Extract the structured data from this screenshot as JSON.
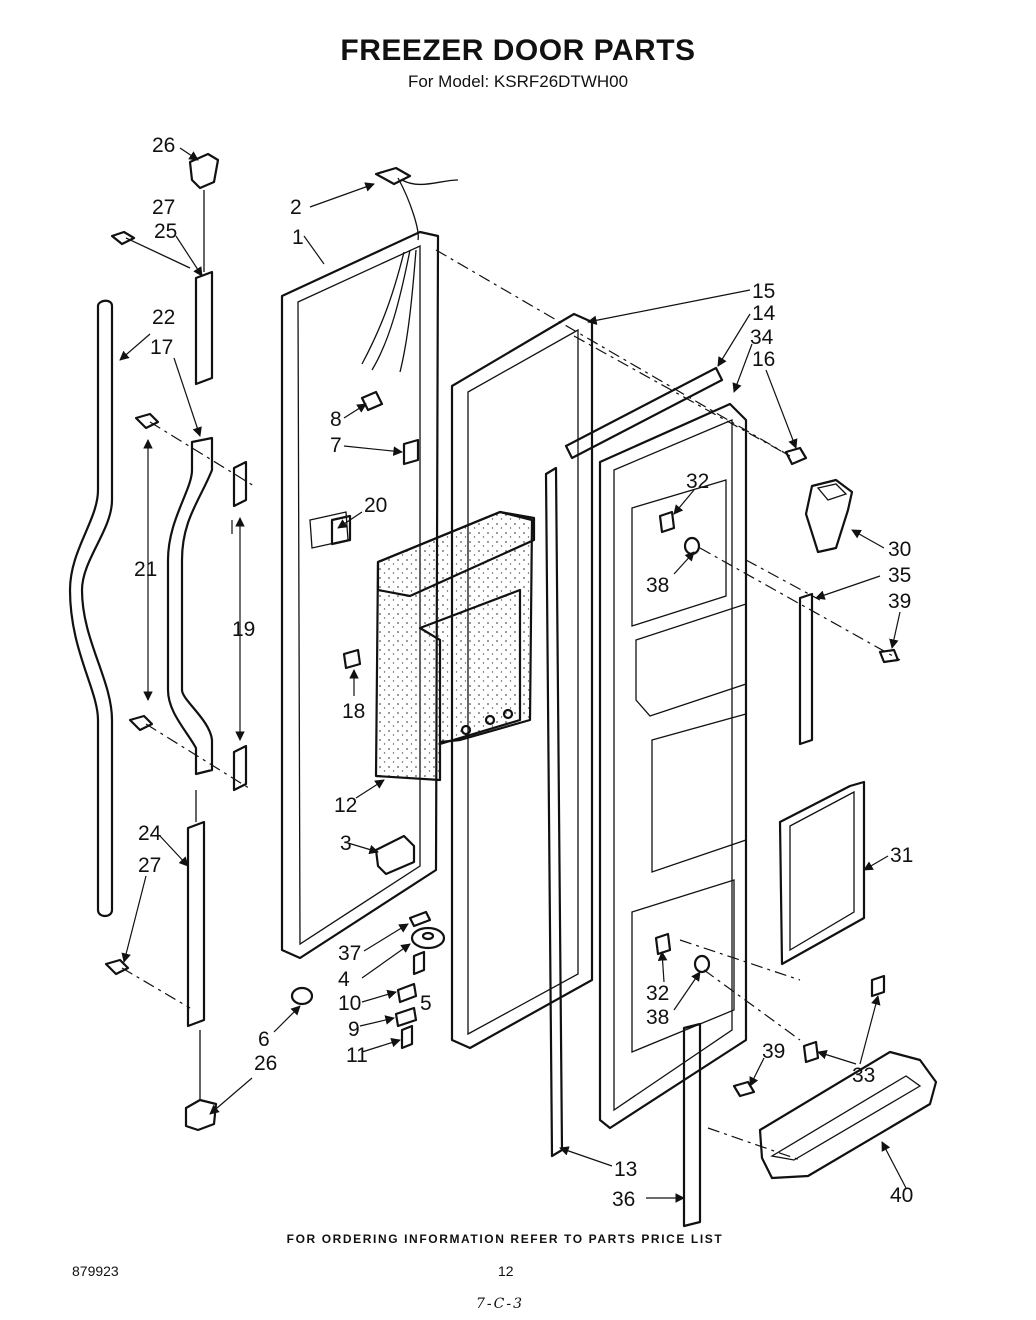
{
  "title": "FREEZER DOOR PARTS",
  "subtitle": "For Model: KSRF26DTWH00",
  "footer_note": "FOR ORDERING INFORMATION REFER TO PARTS PRICE LIST",
  "doc_number": "879923",
  "page_number": "12",
  "handwritten_mark": "7-C-3",
  "part_labels": [
    "26",
    "27",
    "25",
    "22",
    "17",
    "21",
    "19",
    "24",
    "27",
    "26",
    "2",
    "1",
    "8",
    "7",
    "20",
    "18",
    "12",
    "3",
    "37",
    "4",
    "10",
    "5",
    "9",
    "11",
    "6",
    "15",
    "14",
    "34",
    "16",
    "32",
    "38",
    "30",
    "35",
    "39",
    "31",
    "32",
    "38",
    "39",
    "33",
    "13",
    "36",
    "40"
  ]
}
